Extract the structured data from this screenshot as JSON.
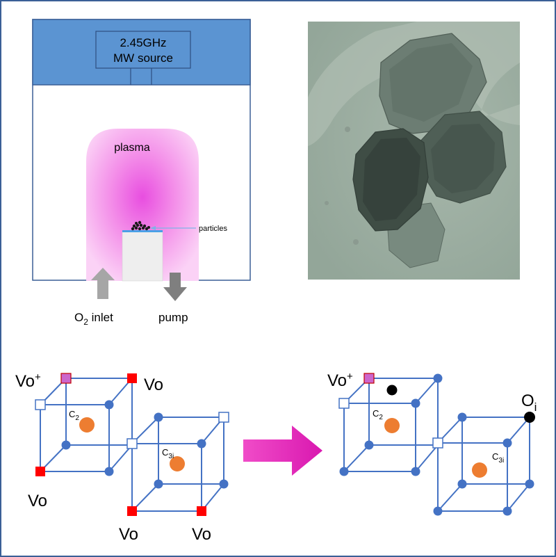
{
  "reactor": {
    "source_label_line1": "2.45GHz",
    "source_label_line2": "MW source",
    "plasma_label": "plasma",
    "particles_label": "particles",
    "inlet_label_prefix": "O",
    "inlet_label_sub": "2",
    "inlet_label_suffix": " inlet",
    "pump_label": "pump"
  },
  "defect_diagram": {
    "left": {
      "vo_plus": "Vo",
      "vo_plus_sup": "+",
      "vo_labels": [
        "Vo",
        "Vo",
        "Vo",
        "Vo"
      ],
      "site_c2": "C",
      "site_c2_sub": "2",
      "site_c3i": "C",
      "site_c3i_sub": "3i"
    },
    "right": {
      "vo_plus": "Vo",
      "vo_plus_sup": "+",
      "oi_label": "O",
      "oi_sub": "i",
      "site_c2": "C",
      "site_c2_sub": "2",
      "site_c3i": "C",
      "site_c3i_sub": "3i"
    }
  },
  "colors": {
    "frame": "#3a5f96",
    "mw_source": "#5b94d2",
    "plasma": "#f06ee6",
    "lattice": "#4472c4",
    "vacancy": "#ff0000",
    "vo_plus": "#cc66cc",
    "center": "#ed7d31",
    "arrow": "#e83ac0",
    "tem_background": "#9fb0a4"
  }
}
